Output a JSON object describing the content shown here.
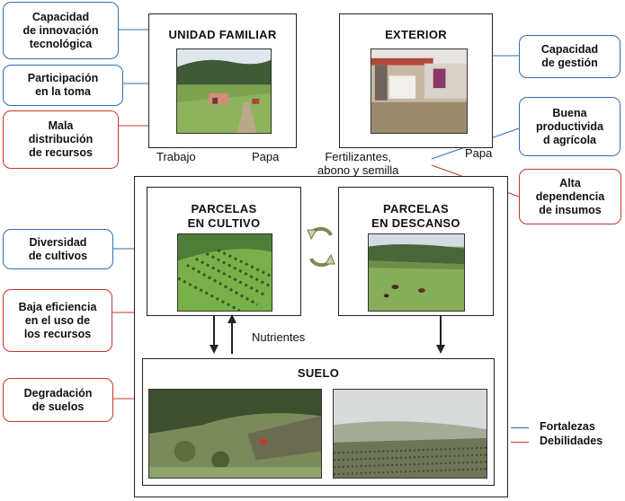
{
  "boxes": {
    "unidad_familiar": "UNIDAD FAMILIAR",
    "exterior": "EXTERIOR",
    "parcelas_cultivo": "PARCELAS\nEN CULTIVO",
    "parcelas_descanso": "PARCELAS\nEN DESCANSO",
    "suelo": "SUELO"
  },
  "flows": {
    "trabajo": "Trabajo",
    "papa_left": "Papa",
    "fertilizantes": "Fertilizantes,\nabono y semilla",
    "papa_right": "Papa",
    "nutrientes": "Nutrientes"
  },
  "tags": {
    "capacidad_innovacion": "Capacidad\nde innovación\ntecnológica",
    "participacion": "Participación\nen la toma",
    "mala_distribucion": "Mala\ndistribución\nde recursos",
    "capacidad_gestion": "Capacidad\nde gestión",
    "buena_productividad": "Buena\nproductivida\nd agrícola",
    "alta_dependencia": "Alta\ndependencia\nde insumos",
    "diversidad_cultivos": "Diversidad\nde cultivos",
    "baja_eficiencia": "Baja eficiencia\nen el uso de\nlos recursos",
    "degradacion_suelos": "Degradación\nde suelos"
  },
  "legend": {
    "fortalezas": "Fortalezas",
    "debilidades": "Debilidades"
  },
  "colors": {
    "fortaleza": "#2e6fb3",
    "debilidad": "#c0392b"
  }
}
